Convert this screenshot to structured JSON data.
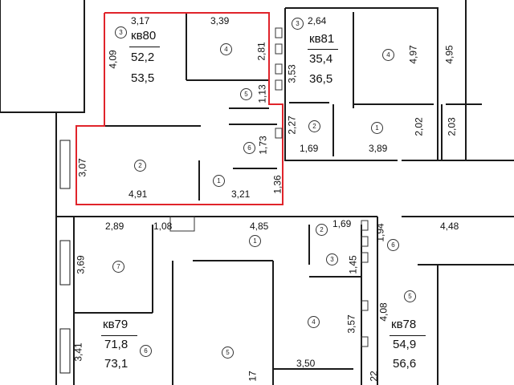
{
  "plan": {
    "highlight_color": "#e0242b",
    "wall_color": "#1a1a1a",
    "apartments": [
      {
        "id": "kv80",
        "name": "кв80",
        "living_area": "52,2",
        "total_area": "53,5",
        "highlighted": true
      },
      {
        "id": "kv81",
        "name": "кв81",
        "living_area": "35,4",
        "total_area": "36,5",
        "highlighted": false
      },
      {
        "id": "kv79",
        "name": "кв79",
        "living_area": "71,8",
        "total_area": "73,1",
        "highlighted": false
      },
      {
        "id": "kv78",
        "name": "кв78",
        "living_area": "54,9",
        "total_area": "56,6",
        "highlighted": false
      }
    ],
    "dimensions": [
      "3,17",
      "3,39",
      "2,64",
      "4,97",
      "4,95",
      "4,09",
      "2,81",
      "3,53",
      "1,13",
      "2,27",
      "1,73",
      "2,02",
      "2,03",
      "3,07",
      "4,91",
      "3,21",
      "1,36",
      "1,69",
      "3,89",
      "2,89",
      "1,08",
      "4,85",
      "1,69",
      "4,48",
      "1,94",
      "3,69",
      "1,45",
      "4,08",
      "3,57",
      "3,41",
      "3,50",
      "17",
      "22"
    ],
    "room_numbers": [
      "3",
      "4",
      "2",
      "1",
      "5",
      "6",
      "3",
      "4",
      "2",
      "1",
      "2",
      "1",
      "7",
      "6",
      "5",
      "3",
      "4",
      "5",
      "6"
    ]
  }
}
